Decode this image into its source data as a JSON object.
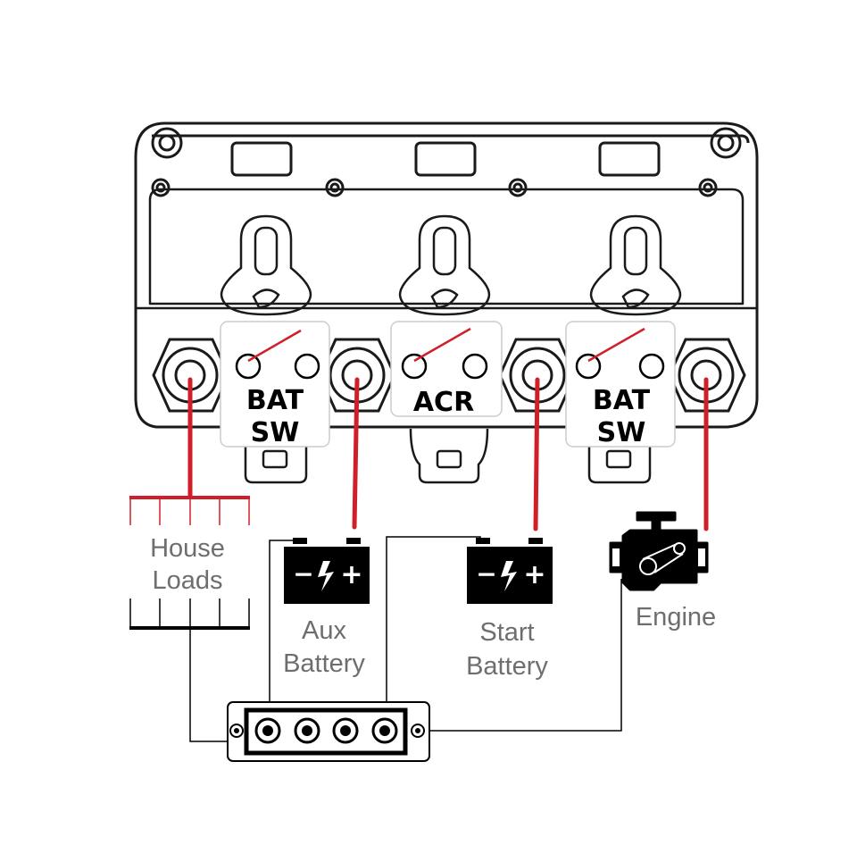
{
  "colors": {
    "wire_red": "#d11f2a",
    "outline": "#1a1a1a",
    "label_gray": "#6e6e6e",
    "battery_fill": "#000000"
  },
  "module_labels": {
    "bat_sw_left": [
      "BAT",
      "SW"
    ],
    "acr": "ACR",
    "bat_sw_right": [
      "BAT",
      "SW"
    ]
  },
  "labels": {
    "house_loads": [
      "House",
      "Loads"
    ],
    "aux_battery": [
      "Aux",
      "Battery"
    ],
    "start_battery": [
      "Start",
      "Battery"
    ],
    "engine": "Engine"
  },
  "battery_symbols": {
    "minus": "−",
    "plus": "+"
  },
  "icons": {
    "battery": "battery-icon",
    "engine": "engine-icon",
    "busbar": "busbar-icon"
  }
}
